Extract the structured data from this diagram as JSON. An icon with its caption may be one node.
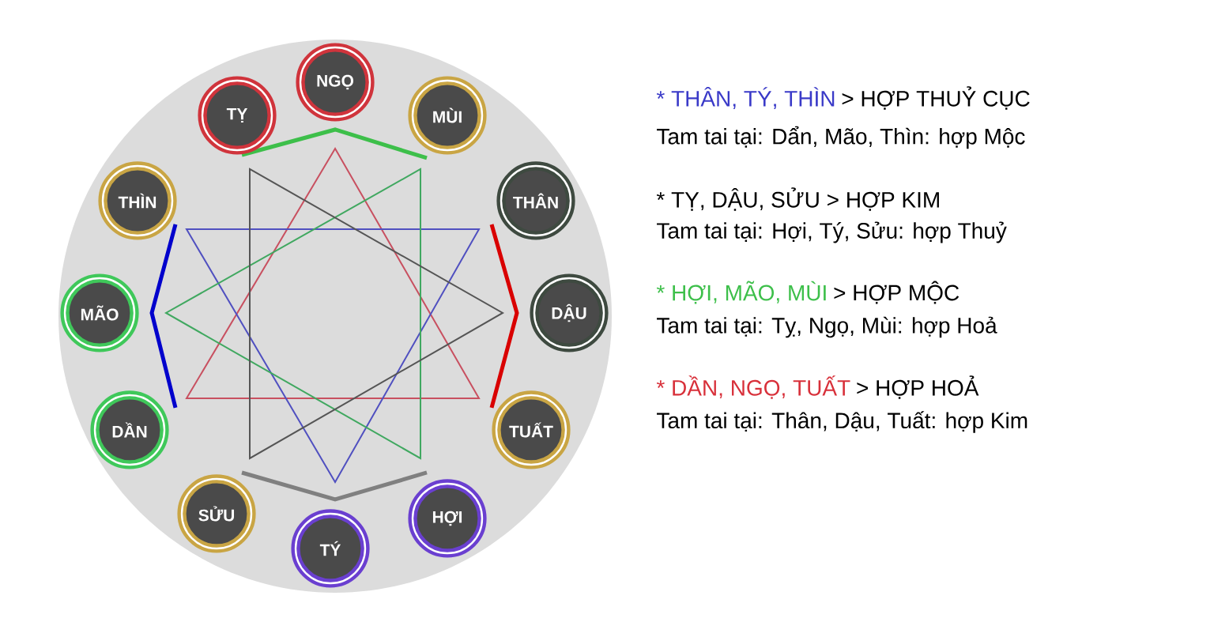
{
  "diagram": {
    "nodes": [
      {
        "text": [
          "NGỌ"
        ]
      },
      {
        "text": [
          "TỴ"
        ]
      },
      {
        "text": [
          "MÙI"
        ]
      },
      {
        "text": [
          "THÌN"
        ]
      },
      {
        "text": [
          "THÂN"
        ]
      },
      {
        "text": [
          "MÃO"
        ]
      },
      {
        "text": [
          "DẬU"
        ]
      },
      {
        "text": [
          "DẦN"
        ]
      },
      {
        "text": [
          "TUẤT"
        ]
      },
      {
        "text": [
          "SỬU"
        ]
      },
      {
        "text": [
          "TÝ"
        ]
      },
      {
        "text": [
          "HỢI"
        ]
      }
    ],
    "labels": [
      "* THÂN, TÝ, THÌN",
      "> HỢP THUỶ CỤC",
      "Tam tai tại: Dẩn, Mão, Thìn: hợp Mộc",
      "* TỴ, DẬU, SỬU > HỢP KIM",
      "Tam tai tại: Hợi, Tý, Sửu: hợp Thuỷ",
      "* HỢI, MÃO, MÙI",
      "> HỢP MỘC",
      "Tam tai tại: Tỵ, Ngọ, Mùi: hợp Hoả",
      "* DẦN, NGỌ, TUẤT",
      "> HỢP HOẢ",
      "Tam tai tại: Thân, Dậu, Tuất: hợp Kim"
    ]
  }
}
